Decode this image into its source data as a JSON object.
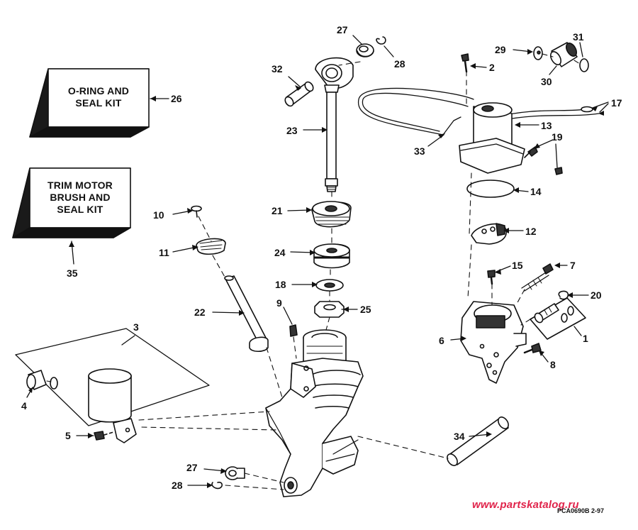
{
  "kits": {
    "oring": {
      "line1": "O-RING AND",
      "line2": "SEAL KIT"
    },
    "brush": {
      "line1": "TRIM MOTOR",
      "line2": "BRUSH AND",
      "line3": "SEAL KIT"
    }
  },
  "callouts": [
    {
      "id": "c26",
      "num": "26"
    },
    {
      "id": "c35",
      "num": "35"
    },
    {
      "id": "c3",
      "num": "3"
    },
    {
      "id": "c4",
      "num": "4"
    },
    {
      "id": "c5",
      "num": "5"
    },
    {
      "id": "c10",
      "num": "10"
    },
    {
      "id": "c11",
      "num": "11"
    },
    {
      "id": "c22",
      "num": "22"
    },
    {
      "id": "c27a",
      "num": "27"
    },
    {
      "id": "c28a",
      "num": "28"
    },
    {
      "id": "c32",
      "num": "32"
    },
    {
      "id": "c23",
      "num": "23"
    },
    {
      "id": "c21",
      "num": "21"
    },
    {
      "id": "c24",
      "num": "24"
    },
    {
      "id": "c18",
      "num": "18"
    },
    {
      "id": "c9",
      "num": "9"
    },
    {
      "id": "c25",
      "num": "25"
    },
    {
      "id": "c27b",
      "num": "27"
    },
    {
      "id": "c28b",
      "num": "28"
    },
    {
      "id": "c2",
      "num": "2"
    },
    {
      "id": "c29",
      "num": "29"
    },
    {
      "id": "c31",
      "num": "31"
    },
    {
      "id": "c30",
      "num": "30"
    },
    {
      "id": "c17",
      "num": "17"
    },
    {
      "id": "c13",
      "num": "13"
    },
    {
      "id": "c19",
      "num": "19"
    },
    {
      "id": "c33",
      "num": "33"
    },
    {
      "id": "c14",
      "num": "14"
    },
    {
      "id": "c12",
      "num": "12"
    },
    {
      "id": "c15",
      "num": "15"
    },
    {
      "id": "c7",
      "num": "7"
    },
    {
      "id": "c20",
      "num": "20"
    },
    {
      "id": "c1",
      "num": "1"
    },
    {
      "id": "c6",
      "num": "6"
    },
    {
      "id": "c8",
      "num": "8"
    },
    {
      "id": "c34",
      "num": "34"
    }
  ],
  "watermark": "www.partskatalog.ru",
  "figure_code": "PCA0690B  2-97"
}
